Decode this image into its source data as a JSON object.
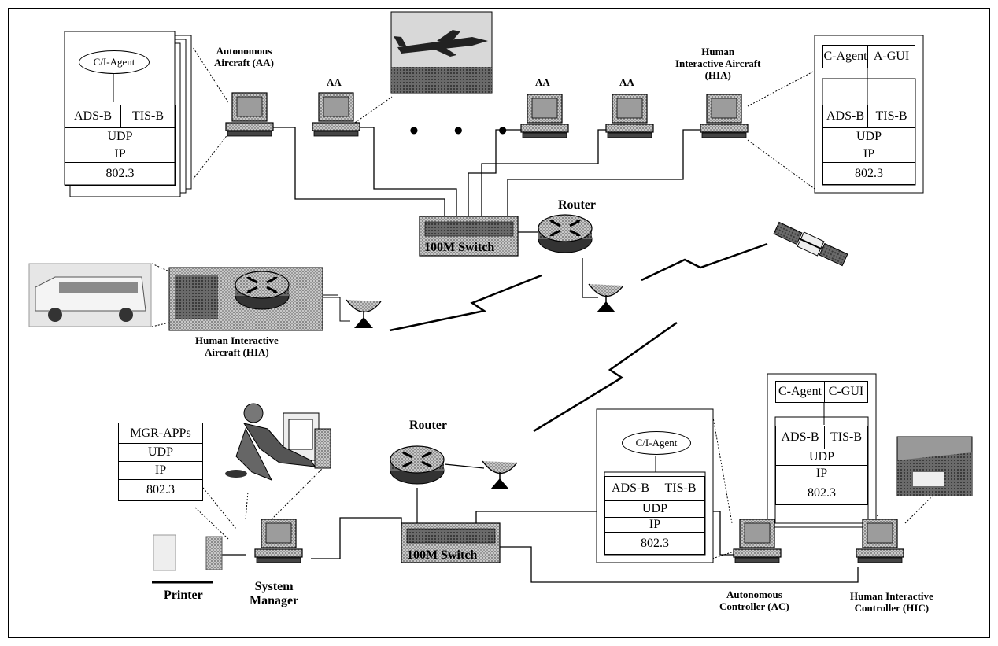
{
  "labels": {
    "autonomous_aircraft": [
      "Autonomous",
      "Aircraft (AA)"
    ],
    "aa_1": "AA",
    "aa_2": "AA",
    "aa_3": "AA",
    "hia_top": [
      "Human",
      "Interactive Aircraft",
      "(HIA)"
    ],
    "router_top": "Router",
    "switch_top": "100M Switch",
    "hia_van": [
      "Human Interactive",
      "Aircraft (HIA)"
    ],
    "router_bottom": "Router",
    "switch_bottom": "100M Switch",
    "printer": "Printer",
    "system_manager": [
      "System",
      "Manager"
    ],
    "autonomous_controller": [
      "Autonomous",
      "Controller (AC)"
    ],
    "human_interactive_controller": [
      "Human Interactive",
      "Controller (HIC)"
    ],
    "ellipsis": "• • •"
  },
  "stacks": {
    "aa": {
      "agent": "C/I-Agent",
      "left": "ADS-B",
      "right": "TIS-B",
      "udp": "UDP",
      "ip": "IP",
      "link": "802.3"
    },
    "hia": {
      "agent": "C-Agent",
      "gui": "A-GUI",
      "left": "ADS-B",
      "right": "TIS-B",
      "udp": "UDP",
      "ip": "IP",
      "link": "802.3"
    },
    "mgr": {
      "app": "MGR-APPs",
      "udp": "UDP",
      "ip": "IP",
      "link": "802.3"
    },
    "ac": {
      "agent": "C/I-Agent",
      "left": "ADS-B",
      "right": "TIS-B",
      "udp": "UDP",
      "ip": "IP",
      "link": "802.3"
    },
    "hic": {
      "agent": "C-Agent",
      "gui": "C-GUI",
      "left": "ADS-B",
      "right": "TIS-B",
      "udp": "UDP",
      "ip": "IP",
      "link": "802.3"
    }
  },
  "colors": {
    "line": "#000000",
    "device": "#bdbdbd",
    "device_dark": "#5a5a5a",
    "screen": "#8c8c8c",
    "sky": "#d0d0d0"
  },
  "icons": [
    "computer-icon",
    "router-icon",
    "switch-icon",
    "satellite-dish-icon",
    "satellite-icon",
    "airplane-photo",
    "van-photo",
    "printer-icon",
    "person-at-computer-icon",
    "cockpit-photo",
    "radio-link-icon"
  ]
}
